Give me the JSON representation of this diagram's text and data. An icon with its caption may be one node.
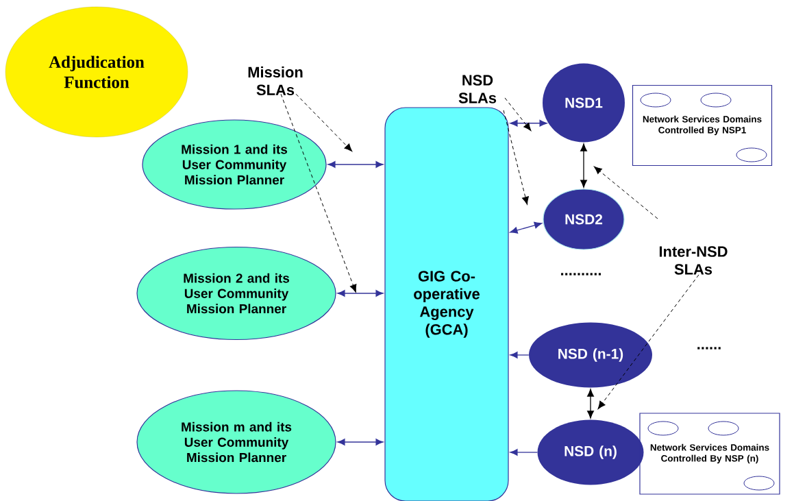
{
  "diagram": {
    "nodes": [
      {
        "text": [
          "**Adjudication Functio**n"
        ]
      },
      {
        "text": [
          "Mission 1 and its User Community Mission Planner"
        ]
      },
      {
        "text": [
          "Mission 2 and its User Community Mission Planner"
        ]
      },
      {
        "text": [
          "Mission m and its User Community Mission Planner"
        ]
      },
      {
        "text": [
          "GIG Co-operative Agency (GCA)"
        ]
      },
      {
        "text": [
          "NSD1"
        ]
      },
      {
        "text": [
          "NSD2"
        ]
      },
      {
        "text": [
          "NSD (n-1)"
        ]
      },
      {
        "text": [
          "NSD (n)"
        ]
      },
      {
        "text": [
          "Network Services Domains Controlled By NSP1"
        ]
      },
      {
        "text": [
          "Network Services Domains Controlled By NSP (n)"
        ]
      },
      {
        "text": [
          "Mission SLAs"
        ]
      },
      {
        "text": [
          "NSD SLAs"
        ]
      },
      {
        "text": [
          "Inter-NSD SLAs"
        ]
      }
    ],
    "edges": [
      {
        "from": 1,
        "to": 4,
        "arrow": "both",
        "color": "#333399"
      },
      {
        "from": 2,
        "to": 4,
        "arrow": "both",
        "color": "#333399"
      },
      {
        "from": 3,
        "to": 4,
        "arrow": "both",
        "color": "#333399"
      },
      {
        "from": 4,
        "to": 5,
        "arrow": "both",
        "color": "#333399"
      },
      {
        "from": 4,
        "to": 6,
        "arrow": "both",
        "color": "#333399"
      },
      {
        "from": 7,
        "to": 4,
        "arrow": "to",
        "color": "#333399"
      },
      {
        "from": 8,
        "to": 4,
        "arrow": "to",
        "color": "#333399"
      },
      {
        "from": 5,
        "to": 6,
        "arrow": "both"
      },
      {
        "from": 7,
        "to": 8,
        "arrow": "both"
      },
      {
        "from": 11,
        "to": null,
        "arrow": "to",
        "style": "dashed"
      },
      {
        "from": 11,
        "to": null,
        "arrow": "to",
        "style": "dashed"
      },
      {
        "from": 12,
        "to": null,
        "arrow": "to",
        "style": "dashed"
      },
      {
        "from": 12,
        "to": null,
        "arrow": "to",
        "style": "dashed"
      },
      {
        "from": 13,
        "to": null,
        "arrow": "to",
        "style": "dashed"
      },
      {
        "from": 13,
        "to": null,
        "arrow": "to",
        "style": "dashed"
      }
    ],
    "labels": [
      "..........",
      "......"
    ]
  }
}
